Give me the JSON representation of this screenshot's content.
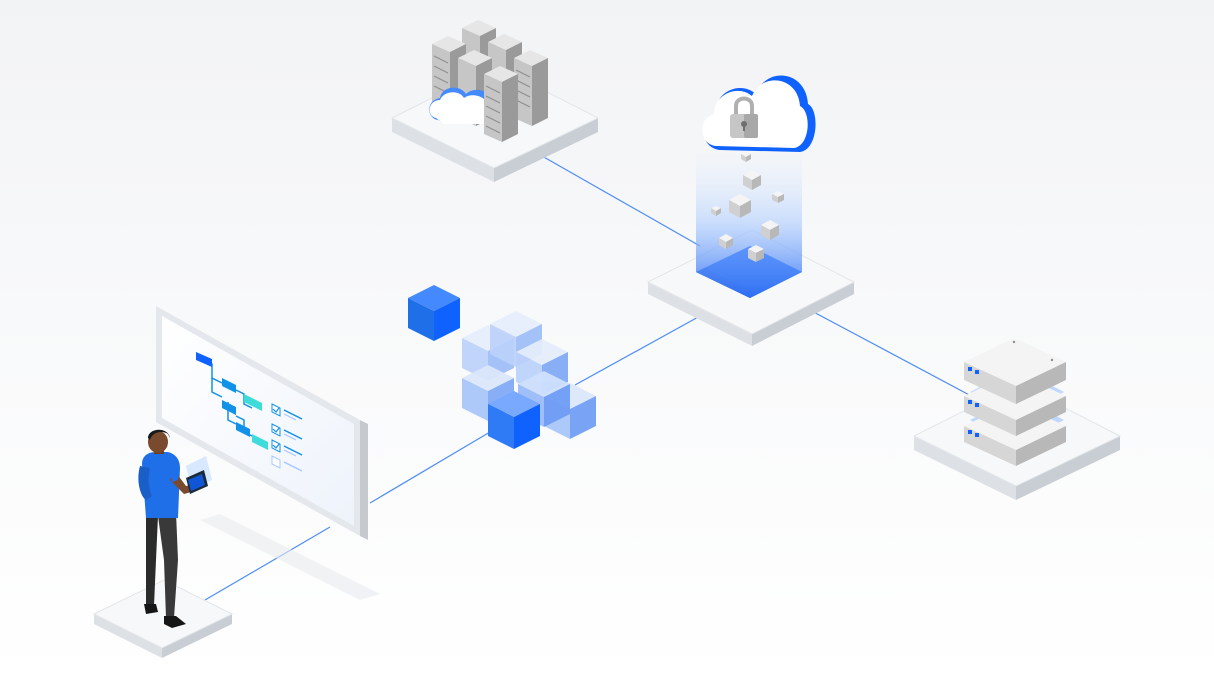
{
  "diagram": {
    "nodes": [
      {
        "id": "on-prem-datacenter",
        "icon": "server-rack-cloud-icon"
      },
      {
        "id": "secure-cloud-storage",
        "icon": "cloud-lock-icon"
      },
      {
        "id": "data-cubes",
        "icon": "cube-cluster-icon"
      },
      {
        "id": "server-stack",
        "icon": "server-stack-icon"
      },
      {
        "id": "workflow-display",
        "icon": "workflow-screen-icon"
      },
      {
        "id": "operator",
        "icon": "person-tablet-icon"
      }
    ],
    "edges": [
      [
        "on-prem-datacenter",
        "secure-cloud-storage"
      ],
      [
        "secure-cloud-storage",
        "server-stack"
      ],
      [
        "secure-cloud-storage",
        "data-cubes"
      ],
      [
        "data-cubes",
        "workflow-display"
      ],
      [
        "workflow-display",
        "operator"
      ]
    ]
  },
  "colors": {
    "accent": "#0f62fe",
    "accent_light": "#a6c8ff",
    "line": "#4d8df7",
    "platform_top": "#f7f8f9",
    "platform_side": "#dde1e6",
    "server_gray": "#a8a8a8",
    "skin": "#7a4a2e",
    "shirt": "#1f70e8",
    "pants": "#2b2b2b"
  }
}
